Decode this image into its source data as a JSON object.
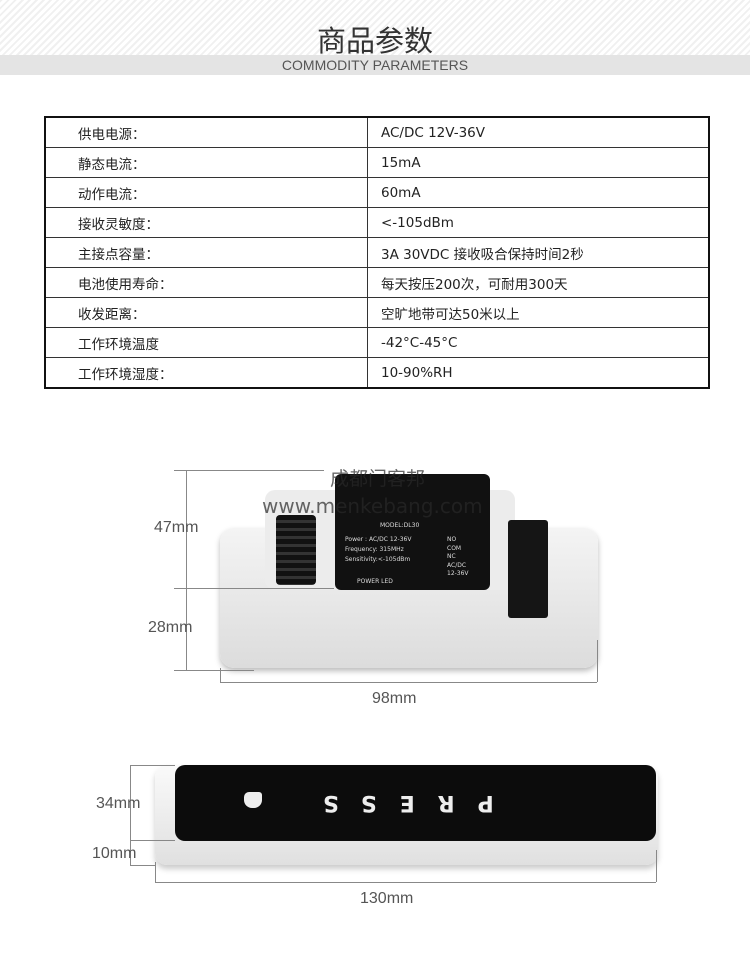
{
  "header": {
    "title": "商品参数",
    "subtitle": "COMMODITY PARAMETERS"
  },
  "specs": [
    {
      "label": "供电电源：",
      "value": "AC/DC 12V-36V"
    },
    {
      "label": "静态电流：",
      "value": "15mA"
    },
    {
      "label": "动作电流：",
      "value": "60mA"
    },
    {
      "label": "接收灵敏度：",
      "value": "<-105dBm"
    },
    {
      "label": "主接点容量：",
      "value": "3A  30VDC  接收吸合保持时间2秒"
    },
    {
      "label": "电池使用寿命：",
      "value": "每天按压200次，可耐用300天"
    },
    {
      "label": "收发距离：",
      "value": "空旷地带可达50米以上"
    },
    {
      "label": "工作环境温度",
      "value": "-42°C-45°C"
    },
    {
      "label": "工作环境湿度：",
      "value": " 10-90%RH"
    }
  ],
  "receiver": {
    "height_total": "47mm",
    "height_base": "28mm",
    "width": "98mm",
    "plate": {
      "model": "MODEL:DL30",
      "power": "Power : AC/DC 12-36V",
      "frequency": "Frequency: 315MHz",
      "sensitivity": "Sensitivity:<-105dBm",
      "led": "POWER  LED",
      "pins": [
        "NO",
        "COM",
        "NC",
        "AC/DC",
        "12-36V"
      ]
    }
  },
  "remote": {
    "height_top": "34mm",
    "height_base": "10mm",
    "width": "130mm",
    "button_text": "PRESS",
    "icon": "hand-icon"
  },
  "watermark": {
    "line1": "成都门客邦",
    "line2": "www.menkebang.com"
  }
}
